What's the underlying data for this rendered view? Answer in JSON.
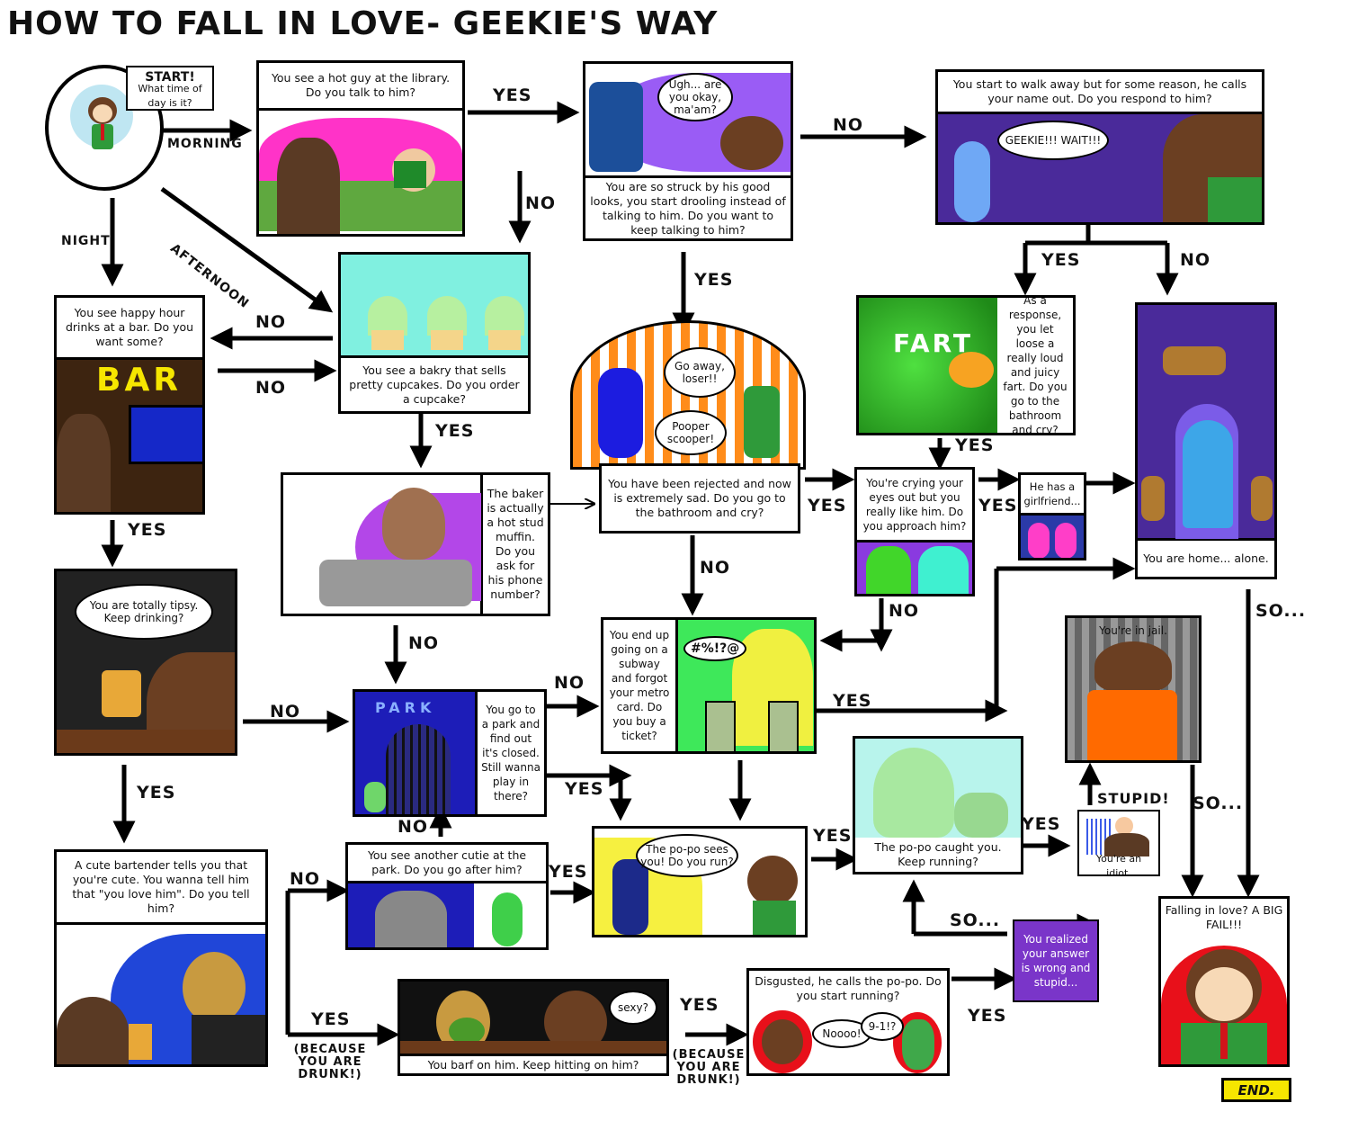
{
  "title": "HOW TO FALL IN LOVE- GEEKIE'S WAY",
  "start": {
    "heading": "START!",
    "question": "What time of day is it?"
  },
  "paths": {
    "morning": "MORNING",
    "night": "NIGHT",
    "afternoon": "AFTERNOON"
  },
  "panels": {
    "library": "You see a hot guy at the library. Do you talk to him?",
    "drool": "You are so struck by his good looks, you start drooling instead of talking to him. Do you want to keep talking to him?",
    "drool_bubble": "Ugh... are you okay, ma'am?",
    "walkaway": "You start to walk away but for some reason, he calls your name out. Do you respond to him?",
    "walkaway_bubble": "GEEKIE!!! WAIT!!!",
    "bar": "You see happy hour drinks at a bar. Do you want some?",
    "bar_sign": "BAR",
    "cupcake": "You see a bakry that sells pretty cupcakes. Do you order a cupcake?",
    "fart": "As a response, you let loose a really loud and juicy fart. Do you go to the bathroom and cry?",
    "fart_sfx": "FART",
    "home": "You are home... alone.",
    "rejected": "You have been rejected and now is extremely sad. Do you go to the bathroom and cry?",
    "rejected_bubble1": "Go away, loser!!",
    "rejected_bubble2": "Pooper scooper!",
    "baker": "The baker is actually a hot stud muffin. Do you ask for his phone number?",
    "crying": "You're crying your eyes out but you really like him. Do you approach him?",
    "girlfriend": "He has a girlfriend...",
    "tipsy": "You are totally tipsy. Keep drinking?",
    "subway": "You end up going on a subway and forgot your metro card. Do you buy a ticket?",
    "subway_sfx": "#%!?@",
    "park": "You go to a park and find out it's closed. Still wanna play in there?",
    "park_sign": "PARK",
    "jail": "You're in jail.",
    "caught": "The po-po caught you. Keep running?",
    "idiot": "You're an idiot.",
    "bartender": "A cute bartender tells you that you're cute. You wanna tell him that \"you love him\". Do you tell him?",
    "cutie": "You see another cutie at the park. Do you go after him?",
    "popo": "The po-po sees you! Do you run?",
    "fail": "Falling in love? A BIG FAIL!!!",
    "barf": "You barf on him. Keep hitting on him?",
    "barf_bubble": "sexy?",
    "disgusted": "Disgusted, he calls the po-po. Do you start running?",
    "disgusted_bubble1": "Noooo!",
    "disgusted_bubble2": "9-1!?",
    "realized": "You realized your answer is wrong and stupid..."
  },
  "arrow_labels": {
    "yes": "YES",
    "no": "NO",
    "so": "SO...",
    "stupid": "STUPID!",
    "drunk": "(BECAUSE YOU ARE DRUNK!)"
  },
  "end": "END.",
  "colors": {
    "yellow": "#f6e600",
    "purple": "#7a35c9",
    "navy": "#1b1b8a",
    "green": "#7bd16a",
    "pink": "#ff3ec8",
    "orange": "#ff8c1a"
  }
}
